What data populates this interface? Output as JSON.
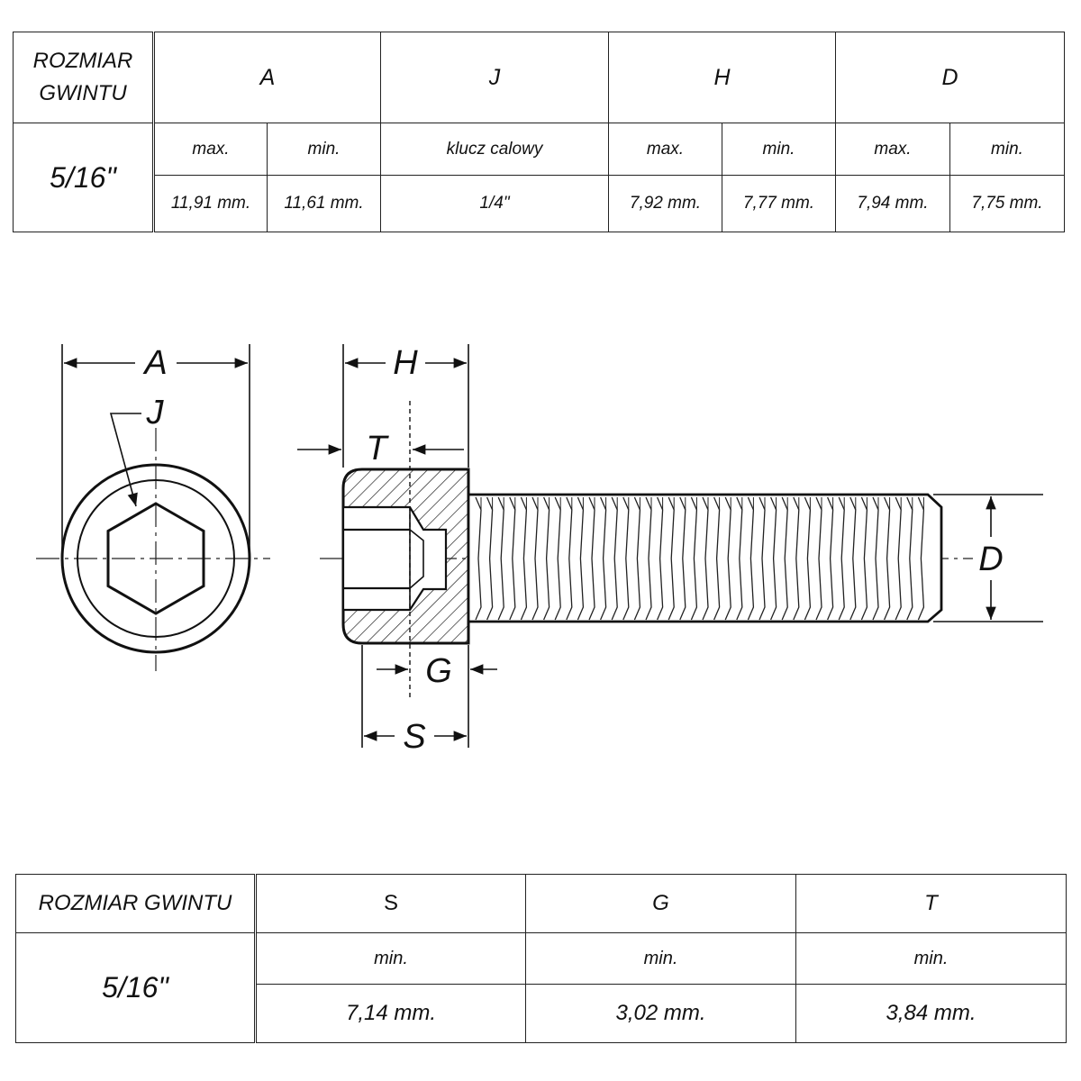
{
  "top_table": {
    "size_label": "ROZMIAR GWINTU",
    "size_value": "5/16\"",
    "headers": {
      "a": "A",
      "j": "J",
      "h": "H",
      "d": "D"
    },
    "subheaders": {
      "a_max": "max.",
      "a_min": "min.",
      "j": "klucz calowy",
      "h_max": "max.",
      "h_min": "min.",
      "d_max": "max.",
      "d_min": "min."
    },
    "values": {
      "a_max": "11,91 mm.",
      "a_min": "11,61 mm.",
      "j": "1/4\"",
      "h_max": "7,92 mm.",
      "h_min": "7,77 mm.",
      "d_max": "7,94 mm.",
      "d_min": "7,75 mm."
    }
  },
  "diagram": {
    "labels": {
      "a": "A",
      "j": "J",
      "h": "H",
      "t": "T",
      "g": "G",
      "s": "S",
      "d": "D"
    }
  },
  "bottom_table": {
    "size_label": "ROZMIAR GWINTU",
    "size_value": "5/16\"",
    "headers": {
      "s": "S",
      "g": "G",
      "t": "T"
    },
    "subheaders": {
      "s": "min.",
      "g": "min.",
      "t": "min."
    },
    "values": {
      "s": "7,14 mm.",
      "g": "3,02 mm.",
      "t": "3,84 mm."
    }
  }
}
